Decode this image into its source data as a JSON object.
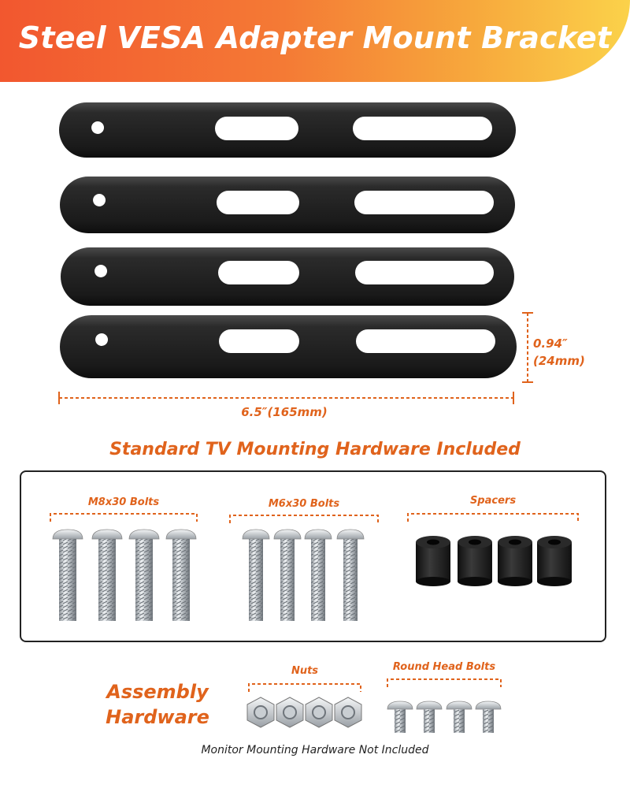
{
  "header": {
    "title": "Steel VESA Adapter Mount Bracket"
  },
  "dimensions": {
    "height_line1": "0.94″",
    "height_line2": "(24mm)",
    "length": "6.5″(165mm)"
  },
  "standard_hardware": {
    "heading": "Standard TV Mounting Hardware Included",
    "groups": [
      {
        "label": "M8x30 Bolts"
      },
      {
        "label": "M6x30 Bolts"
      },
      {
        "label": "Spacers"
      }
    ]
  },
  "assembly_hardware": {
    "title_line1": "Assembly",
    "title_line2": "Hardware",
    "groups": [
      {
        "label": "Nuts"
      },
      {
        "label": "Round Head Bolts"
      }
    ]
  },
  "footnote": "Monitor Mounting Hardware Not Included",
  "colors": {
    "accent": "#e0631c",
    "bracket": "#1f1f1f",
    "banner_start": "#f2572f",
    "banner_end": "#fbd24a"
  }
}
